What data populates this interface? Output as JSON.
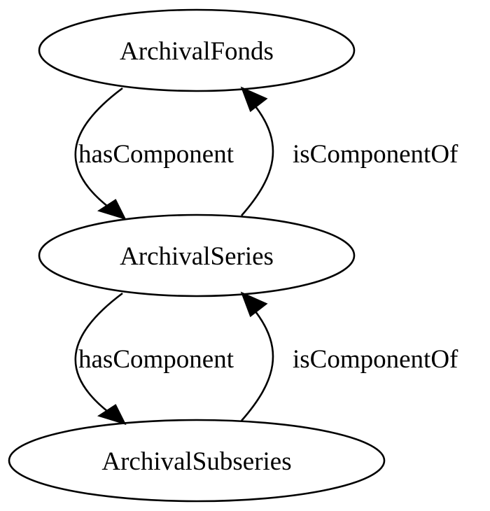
{
  "diagram": {
    "nodes": [
      {
        "id": "fonds",
        "label": "ArchivalFonds"
      },
      {
        "id": "series",
        "label": "ArchivalSeries"
      },
      {
        "id": "subseries",
        "label": "ArchivalSubseries"
      }
    ],
    "edges": [
      {
        "from": "fonds",
        "to": "series",
        "label": "hasComponent"
      },
      {
        "from": "series",
        "to": "fonds",
        "label": "isComponentOf"
      },
      {
        "from": "series",
        "to": "subseries",
        "label": "hasComponent"
      },
      {
        "from": "subseries",
        "to": "series",
        "label": "isComponentOf"
      }
    ]
  }
}
